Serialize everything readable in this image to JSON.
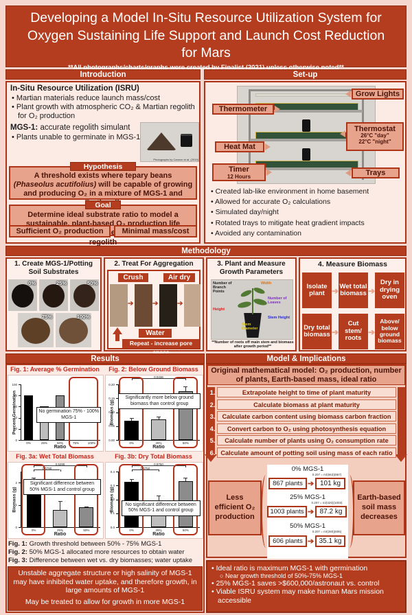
{
  "page": {
    "title": "Developing a Model In-Situ Resource Utilization System for Oxygen Sustaining Life Support and Launch Cost Reduction for Mars",
    "credit": "**All photographs/charts/graphs were created by Finalist (2021) unless otherwise noted**"
  },
  "intro": {
    "header": "Introduction",
    "isru_heading": "In-Situ Resource Utilization (ISRU)",
    "bullets": [
      "Martian materials reduce launch mass/cost",
      "Plant growth with atmospheric CO₂ & Martian regolith for O₂ production"
    ],
    "mgs_label": "MGS-1:",
    "mgs_text": " accurate regolith simulant",
    "mgs_bullet": "Plants unable to germinate in MGS-1",
    "photo_caption": "Photographs by Cannon et al. (2019)",
    "hypothesis_label": "Hypothesis",
    "hypothesis": {
      "pre": "A threshold exists where tepary beans ",
      "italic": "(Phaseolus acutifolius)",
      "post": " will be capable of growing and producing O₂ in a mixture of MGS-1 and Earth soil."
    },
    "goal_label": "Goal",
    "goal_text": "Determine ideal substrate ratio to model a sustainable, plant-based O₂ production life support system that uses ISRU of Martian regolith",
    "outcome_left": "Sufficient O₂ production",
    "outcome_right": "Minimal mass/cost"
  },
  "setup": {
    "header": "Set-up",
    "labels": {
      "grow_lights": "Grow Lights",
      "thermometer": "Thermometer",
      "thermostat": "Thermostat",
      "thermostat_day": "26°C \"day\"",
      "thermostat_night": "22°C \"night\"",
      "heat_mat": "Heat Mat",
      "timer": "Timer",
      "timer_sub": "12 Hours",
      "trays": "Trays"
    },
    "bullets": [
      "Created lab-like environment in home basement",
      "Allowed for accurate O₂ calculations",
      "Simulated day/night",
      "Rotated trays to mitigate heat gradient impacts",
      "Avoided any contamination"
    ]
  },
  "methodology": {
    "header": "Methodology",
    "step1": {
      "title": "1. Create MGS-1/Potting Soil Substrates",
      "pcts": [
        "0%",
        "25%",
        "50%",
        "75%",
        "100%"
      ]
    },
    "step2": {
      "title": "2. Treat For Aggregation",
      "crush": "Crush",
      "air_dry": "Air dry",
      "water": "Water",
      "repeat": "Repeat - increase pore space"
    },
    "step3": {
      "title": "3. Plant and Measure Growth Parameters",
      "labels": {
        "branch": "Number of Branch Points",
        "width": "Width",
        "leaves": "Number of Leaves",
        "height": "Height",
        "stem_height": "Stem Height",
        "stem_diameter": "Stem Diameter"
      },
      "caption": "**Number of roots off main stem and biomass after growth period**"
    },
    "step4": {
      "title": "4. Measure Biomass",
      "boxes": [
        "Isolate plant",
        "Wet total biomass",
        "Dry in drying oven",
        "Dry total biomass",
        "Cut stem/ roots",
        "Above/ below ground biomass"
      ]
    }
  },
  "results": {
    "header": "Results",
    "fig1_title": "Fig. 1: Average % Germination",
    "fig2_title": "Fig. 2: Below Ground Biomass",
    "fig3a_title": "Fig. 3a: Wet Total Biomass",
    "fig3b_title": "Fig. 3b: Dry Total Biomass",
    "captions": [
      {
        "label": "Fig. 1:",
        "text": " Growth threshold between 50% - 75% MGS-1"
      },
      {
        "label": "Fig. 2:",
        "text": " 50% MGS-1 allocated more resources to obtain water"
      },
      {
        "label": "Fig. 3:",
        "text": " Difference between wet vs. dry biomasses; water uptake"
      }
    ],
    "conclusion1": "Unstable aggregate structure or high salinity of MGS-1 may have inhibited water uptake, and therefore growth, in large amounts of MGS-1",
    "conclusion2": "May be treated to allow for growth in more MGS-1"
  },
  "model": {
    "header": "Model & Implications",
    "intro_line": "Original mathematical model: O₂ production, number of plants, Earth-based mass, ideal ratio",
    "steps": [
      {
        "n": "1.",
        "text": "Extrapolate height to time of plant maturity"
      },
      {
        "n": "2.",
        "text": "Calculate biomass at plant maturity"
      },
      {
        "n": "3.",
        "text": "Calculate carbon content using biomass carbon fraction"
      },
      {
        "n": "4.",
        "text": "Convert carbon to O₂ using photosynthesis equation"
      },
      {
        "n": "5.",
        "text": "Calculate number of plants using O₂ consumption rate"
      },
      {
        "n": "6.",
        "text": "Calculate amount of potting soil using mass of each ratio"
      }
    ],
    "ratios": [
      {
        "label": "0% MGS-1",
        "plants": "867 plants",
        "mass": "101 kg",
        "formula": "0.207 = m/(563)(867)"
      },
      {
        "label": "25% MGS-1",
        "plants": "1003 plants",
        "mass": "87.2 kg",
        "formula": "0.207 = m/(420)(1003)"
      },
      {
        "label": "50% MGS-1",
        "plants": "606 plants",
        "mass": "35.1 kg",
        "formula": "0.207 = m/(280)(606)"
      }
    ],
    "left_note": "Less efficient O₂ production",
    "right_note": "Earth-based soil mass decreases",
    "bullets": {
      "b1": "Ideal ratio is maximum MGS-1 with germination",
      "b1_sub": "Near growth threshold of 50%-75% MGS-1",
      "b2": "25% MGS-1 saves >$600,000/astronaut vs. control",
      "b3": "Viable ISRU system may make human Mars mission accessible"
    }
  },
  "chart_data": [
    {
      "type": "bar",
      "title": "Fig. 1: Average % Germination",
      "ylabel": "Percent Germination",
      "xlabel": "Ratio",
      "categories": [
        "0%",
        "25%",
        "50%",
        "75%",
        "100%"
      ],
      "values": [
        80,
        60,
        80,
        0,
        0
      ],
      "ylim": [
        0,
        100
      ],
      "yticks": [
        0,
        20,
        40,
        60,
        80,
        100
      ],
      "ytick_labels": [
        "0",
        "20",
        "40",
        "60",
        "80",
        "100"
      ],
      "bar_colors": [
        "#000000",
        "#bdbdbd",
        "#8c8c8c",
        "#000000",
        "#000000"
      ],
      "highlights": [
        {
          "from": 3,
          "to": 4
        }
      ],
      "note": "No germination 75% - 100% MGS-1",
      "note_left_pct": 30,
      "note_top_pct": 42,
      "legend": "none",
      "grid": false
    },
    {
      "type": "bar",
      "title": "Fig. 2: Below Ground Biomass",
      "ylabel": "Biomass (g)",
      "xlabel": "Ratio",
      "categories": [
        "0%",
        "25%",
        "50%"
      ],
      "values": [
        0.07,
        0.073,
        0.175
      ],
      "errors": [
        0.008,
        0.012,
        0.018
      ],
      "ylim": [
        0,
        0.2
      ],
      "yticks": [
        0,
        0.05,
        0.1,
        0.15,
        0.2
      ],
      "ytick_labels": [
        "0.00",
        "0.05",
        "0.10",
        "0.15",
        "0.20"
      ],
      "bar_colors": [
        "#000000",
        "#bdbdbd",
        "#8c8c8c"
      ],
      "highlights": [
        {
          "from": 0,
          "to": 0
        },
        {
          "from": 2,
          "to": 2
        }
      ],
      "sigs": [
        {
          "from": 0,
          "to": 2,
          "label": "0.0436",
          "level": 0
        }
      ],
      "note": "Significantly more below ground biomass than control group",
      "note_left_pct": 13,
      "note_top_pct": 24,
      "legend": "none",
      "grid": false
    },
    {
      "type": "bar",
      "title": "Fig. 3a: Wet Total Biomass",
      "ylabel": "Biomass (g)",
      "xlabel": "Ratio",
      "categories": [
        "0%",
        "25%",
        "50%"
      ],
      "values": [
        2.05,
        0.78,
        0.88
      ],
      "errors": [
        0.18,
        0.38,
        0.05
      ],
      "ylim": [
        0,
        2.5
      ],
      "yticks": [
        0,
        1,
        2
      ],
      "ytick_labels": [
        "0",
        "1",
        "2"
      ],
      "bar_colors": [
        "#000000",
        "#bdbdbd",
        "#8c8c8c"
      ],
      "highlights": [
        {
          "from": 0,
          "to": 0
        },
        {
          "from": 2,
          "to": 2
        }
      ],
      "sigs": [
        {
          "from": 0,
          "to": 1,
          "label": "0.0790",
          "level": 1
        },
        {
          "from": 0,
          "to": 2,
          "label": "0.5295",
          "level": 0
        }
      ],
      "note": "Significant difference between 50% MGS-1 and control group",
      "note_left_pct": 16,
      "note_top_pct": 22,
      "legend": "none",
      "grid": false
    },
    {
      "type": "bar",
      "title": "Fig. 3b: Dry Total Biomass",
      "ylabel": "Biomass (g)",
      "xlabel": "Ratio",
      "categories": [
        "0%",
        "25%",
        "50%"
      ],
      "values": [
        0.325,
        0.19,
        0.33
      ],
      "errors": [
        0.02,
        0.035,
        0.025
      ],
      "ylim": [
        0,
        0.4
      ],
      "yticks": [
        0,
        0.1,
        0.2,
        0.3,
        0.4
      ],
      "ytick_labels": [
        "0.0",
        "0.1",
        "0.2",
        "0.3",
        "0.4"
      ],
      "bar_colors": [
        "#000000",
        "#bdbdbd",
        "#8c8c8c"
      ],
      "highlights": [
        {
          "from": 0,
          "to": 0
        },
        {
          "from": 2,
          "to": 2
        }
      ],
      "sigs": [
        {
          "from": 0,
          "to": 1,
          "label": "0.0750",
          "level": 1
        },
        {
          "from": 0,
          "to": 2,
          "label": "0.9750",
          "level": 0
        }
      ],
      "note": "No significant difference between 50% MGS-1 and control group",
      "note_left_pct": 16,
      "note_top_pct": 50,
      "legend": "none",
      "grid": false
    }
  ],
  "colors": {
    "accent_red": "#b43d1f",
    "dark_red_border": "#8f2d12",
    "salmon": "#e8a38c",
    "panel_pink": "#fcebe5",
    "page_bg": "#f6d7d0",
    "figure_title_red": "#c3261a",
    "bar_black": "#000000",
    "bar_light_gray": "#bdbdbd",
    "bar_mid_gray": "#8c8c8c"
  }
}
